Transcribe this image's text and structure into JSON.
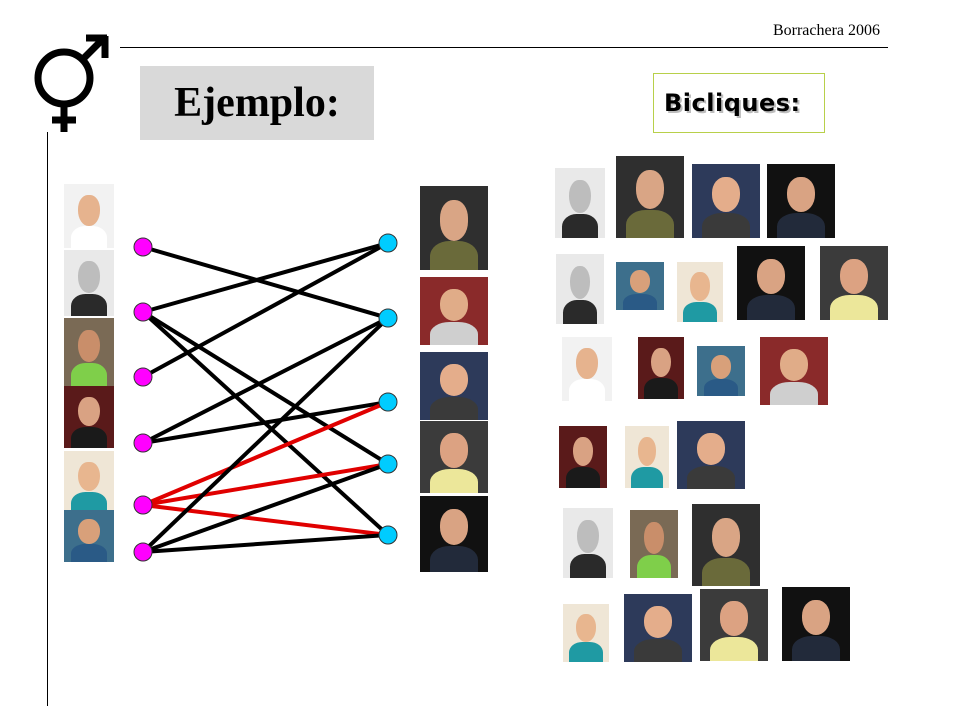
{
  "header": {
    "credit": "Borrachera 2006"
  },
  "title": "Ejemplo:",
  "bicliques_label": "Bicliques:",
  "icons": {
    "gender_symbol": "gender-venus-mars-icon"
  },
  "colors": {
    "left_node": "#ff00ff",
    "right_node": "#00ccff",
    "edge_default": "#000000",
    "edge_highlight": "#e00000",
    "title_bg": "#d9d9d9",
    "bicliques_border": "#b8d04a"
  },
  "graph": {
    "left_nodes": [
      "L1",
      "L2",
      "L3",
      "L4",
      "L5",
      "L6"
    ],
    "right_nodes": [
      "R1",
      "R2",
      "R3",
      "R4",
      "R5"
    ],
    "edges": [
      {
        "from": "L1",
        "to": "R2",
        "highlight": false
      },
      {
        "from": "L2",
        "to": "R1",
        "highlight": false
      },
      {
        "from": "L2",
        "to": "R4",
        "highlight": false
      },
      {
        "from": "L2",
        "to": "R5",
        "highlight": false
      },
      {
        "from": "L3",
        "to": "R1",
        "highlight": false
      },
      {
        "from": "L4",
        "to": "R2",
        "highlight": false
      },
      {
        "from": "L4",
        "to": "R3",
        "highlight": false
      },
      {
        "from": "L5",
        "to": "R3",
        "highlight": true
      },
      {
        "from": "L5",
        "to": "R4",
        "highlight": true
      },
      {
        "from": "L5",
        "to": "R5",
        "highlight": true
      },
      {
        "from": "L6",
        "to": "R2",
        "highlight": false
      },
      {
        "from": "L6",
        "to": "R4",
        "highlight": false
      },
      {
        "from": "L6",
        "to": "R5",
        "highlight": false
      }
    ]
  },
  "people": {
    "left_photos": [
      "woman-white-top",
      "woman-bw",
      "woman-green-top",
      "woman-curly-dark",
      "woman-teal-top",
      "man-blue-shirt"
    ],
    "right_photos": [
      "man-bald-olive",
      "man-smiling-red",
      "man-close-smile",
      "man-yellow-shirt",
      "man-glasses-dark"
    ],
    "biclique_rows": [
      [
        "woman-bw",
        "man-bald-olive",
        "man-close-smile",
        "man-glasses-dark"
      ],
      [
        "woman-bw",
        "man-blue-shirt",
        "woman-teal-top",
        "man-glasses-dark",
        "man-yellow-shirt"
      ],
      [
        "woman-white-top",
        "woman-curly-dark",
        "man-blue-shirt",
        "man-smiling-red"
      ],
      [
        "woman-curly-dark",
        "woman-teal-top",
        "man-close-smile"
      ],
      [
        "woman-bw",
        "woman-green-top",
        "man-bald-olive"
      ],
      [
        "woman-teal-top",
        "man-close-smile",
        "man-yellow-shirt",
        "man-glasses-dark"
      ]
    ]
  }
}
